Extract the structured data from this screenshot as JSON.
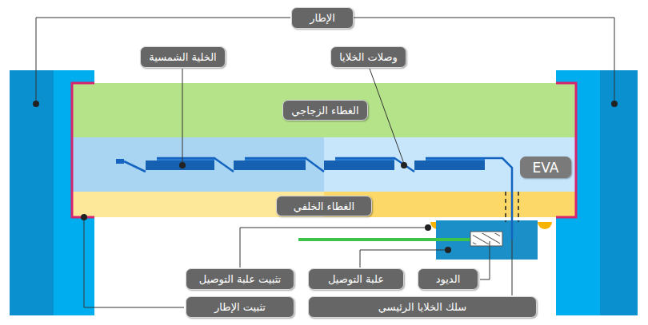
{
  "diagram": {
    "nodes": [
      {
        "text": [
          "الإطار"
        ]
      },
      {
        "text": [
          "الخلية الشمسية"
        ]
      },
      {
        "text": [
          "وصلات الخلايا"
        ]
      },
      {
        "text": [
          "الغطاء الزجاجي"
        ]
      },
      {
        "text": [
          "EVA"
        ]
      },
      {
        "text": [
          "الغطاء الخلفي"
        ]
      },
      {
        "text": [
          "تثبيت علبة التوصيل"
        ]
      },
      {
        "text": [
          "علبة التوصيل"
        ]
      },
      {
        "text": [
          "الديود"
        ]
      },
      {
        "text": [
          "تثبيت الإطار"
        ]
      },
      {
        "text": [
          "سلك الخلايا الرئيسي"
        ]
      }
    ]
  }
}
